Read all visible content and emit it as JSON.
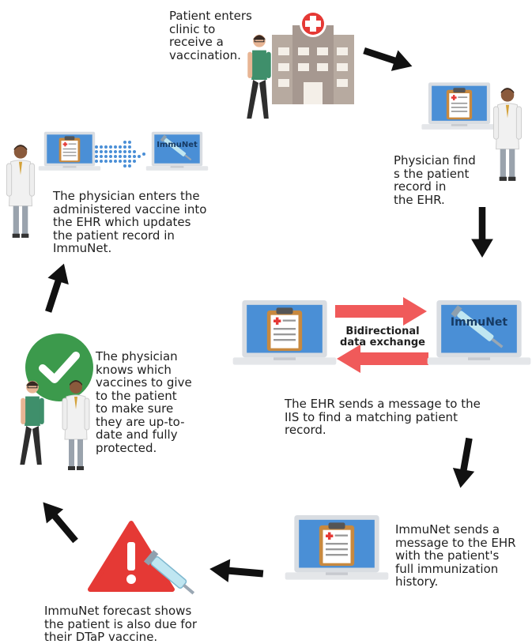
{
  "steps": {
    "clinic": "Patient enters\nclinic to\nreceive a\nvaccination.",
    "find": "Physician find\ns the patient\nrecord in\nthe EHR.",
    "message": "The EHR sends a message to the\nIIS to find a matching patient\nrecord.",
    "history": "ImmuNet sends a\nmessage to the EHR\nwith the patient's\nfull immunization\nhistory.",
    "forecast": "ImmuNet forecast shows\nthe patient is also due for\ntheir DTaP vaccine.",
    "knows": "The physician\nknows which\nvaccines to give\nto the patient\nto make sure\nthey are up-to-\ndate and fully\nprotected.",
    "update": "The physician enters the\nadministered vaccine into\nthe EHR which updates\nthe patient record in\nImmuNet."
  },
  "labels": {
    "immunet": "ImmuNet",
    "exchange": "Bidirectional\ndata exchange"
  },
  "colors": {
    "laptop_screen": "#4a8fd6",
    "clipboard": "#c8893f",
    "arrow_red": "#f05a5a",
    "arrow_black": "#111111",
    "check_green": "#3c9a4c",
    "warning_red": "#e53935",
    "building": "#b7aaa0"
  },
  "icons": [
    "hospital-icon",
    "laptop-ehr-icon",
    "laptop-immunet-icon",
    "doctor-icon",
    "patient-icon",
    "check-icon",
    "warning-icon",
    "syringe-icon",
    "dot-arrow-icon"
  ]
}
